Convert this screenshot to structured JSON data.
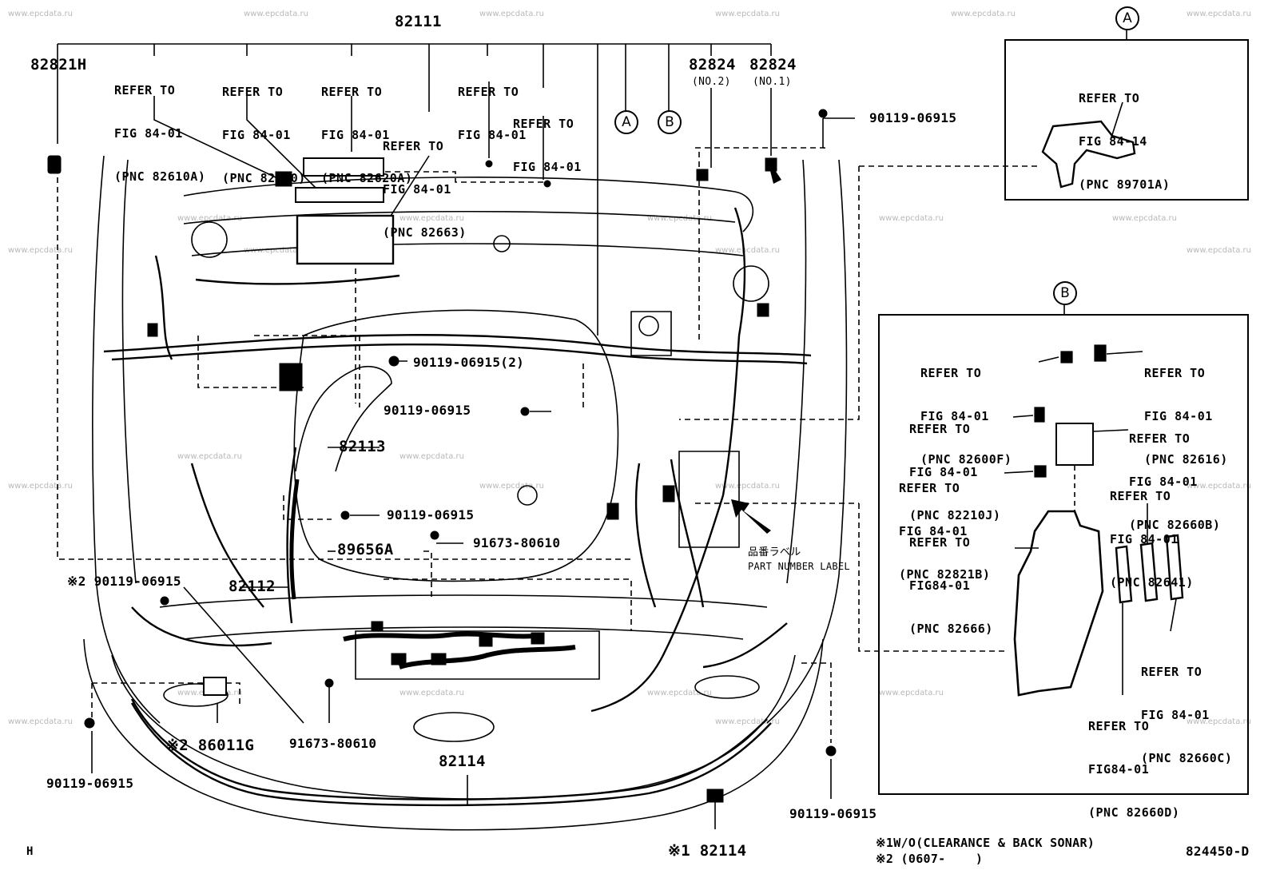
{
  "watermark": "www.epcdata.ru",
  "top_part": "82111",
  "callouts": {
    "a": "A",
    "b": "B"
  },
  "labels": {
    "p82821H": "82821H",
    "p82824_2": "82824",
    "p82824_2_sub": "(NO.2)",
    "p82824_1": "82824",
    "p82824_1_sub": "(NO.1)",
    "bolt_top_right": "90119-06915",
    "bolt_center_2": "90119-06915(2)",
    "bolt_center": "90119-06915",
    "p82113": "82113",
    "bolt_mid": "90119-06915",
    "p89656A": "89656A",
    "clip_mid": "91673-80610",
    "bolt_left_note": "※2 90119-06915",
    "p82112": "82112",
    "p86011G": "※2 86011G",
    "clip_bottom": "91673-80610",
    "p82114": "82114",
    "bolt_bottom_left": "90119-06915",
    "bolt_bottom_right": "90119-06915",
    "p82114_note": "※1 82114",
    "part_label_jp": "品番ラベル",
    "part_label_en": "PART NUMBER LABEL"
  },
  "refs": {
    "r1": [
      "REFER TO",
      "FIG 84-01",
      "(PNC 82610A)"
    ],
    "r2": [
      "REFER TO",
      "FIG 84-01",
      "(PNC 82740)"
    ],
    "r3": [
      "REFER TO",
      "FIG 84-01",
      "(PNC 82620A)"
    ],
    "r4": [
      "REFER TO",
      "FIG 84-01"
    ],
    "r5": [
      "REFER TO",
      "FIG 84-01"
    ],
    "r6": [
      "REFER TO",
      "FIG 84-01",
      "(PNC 82663)"
    ]
  },
  "inset_a": {
    "title": "A",
    "ref": [
      "REFER TO",
      "FIG 84-14",
      "(PNC 89701A)"
    ]
  },
  "inset_b": {
    "title": "B",
    "refs": {
      "b1": [
        "REFER TO",
        "FIG 84-01",
        "(PNC 82600F)"
      ],
      "b2": [
        "REFER TO",
        "FIG 84-01",
        "(PNC 82616)"
      ],
      "b3": [
        "REFER TO",
        "FIG 84-01",
        "(PNC 82210J)"
      ],
      "b4": [
        "REFER TO",
        "FIG 84-01",
        "(PNC 82660B)"
      ],
      "b5": [
        "REFER TO",
        "FIG 84-01",
        "(PNC 82821B)"
      ],
      "b6": [
        "REFER TO",
        "FIG 84-01",
        "(PNC 82641)"
      ],
      "b7": [
        "REFER TO",
        "FIG84-01",
        "(PNC 82666)"
      ],
      "b8": [
        "REFER TO",
        "FIG 84-01",
        "(PNC 82660C)"
      ],
      "b9": [
        "REFER TO",
        "FIG84-01",
        "(PNC 82660D)"
      ]
    }
  },
  "footnotes": {
    "n1": "※1W/O(CLEARANCE & BACK SONAR)",
    "n2": "※2 (0607-    )"
  },
  "corner_letter": "H",
  "diagram_id": "824450-D"
}
